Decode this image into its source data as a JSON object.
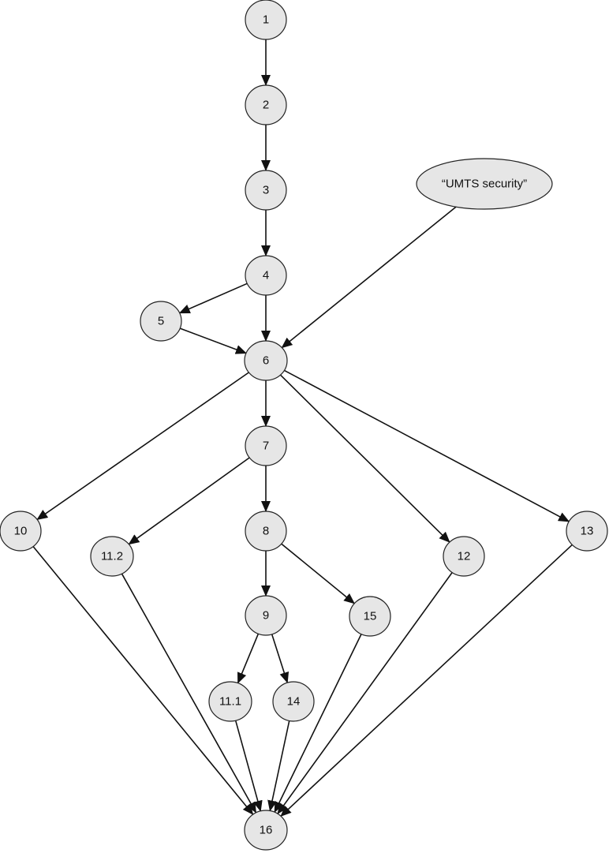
{
  "diagram": {
    "nodes": [
      {
        "id": "n1",
        "label": "1"
      },
      {
        "id": "n2",
        "label": "2"
      },
      {
        "id": "n3",
        "label": "3"
      },
      {
        "id": "n4",
        "label": "4"
      },
      {
        "id": "n5",
        "label": "5"
      },
      {
        "id": "n6",
        "label": "6"
      },
      {
        "id": "n7",
        "label": "7"
      },
      {
        "id": "n8",
        "label": "8"
      },
      {
        "id": "n9",
        "label": "9"
      },
      {
        "id": "n10",
        "label": "10"
      },
      {
        "id": "n11_1",
        "label": "11.1"
      },
      {
        "id": "n11_2",
        "label": "11.2"
      },
      {
        "id": "n12",
        "label": "12"
      },
      {
        "id": "n13",
        "label": "13"
      },
      {
        "id": "n14",
        "label": "14"
      },
      {
        "id": "n15",
        "label": "15"
      },
      {
        "id": "n16",
        "label": "16"
      },
      {
        "id": "umts",
        "label": "“UMTS security”"
      }
    ],
    "edges": [
      [
        "n1",
        "n2"
      ],
      [
        "n2",
        "n3"
      ],
      [
        "n3",
        "n4"
      ],
      [
        "n4",
        "n5"
      ],
      [
        "n4",
        "n6"
      ],
      [
        "n5",
        "n6"
      ],
      [
        "umts",
        "n6"
      ],
      [
        "n6",
        "n7"
      ],
      [
        "n6",
        "n10"
      ],
      [
        "n6",
        "n12"
      ],
      [
        "n6",
        "n13"
      ],
      [
        "n7",
        "n8"
      ],
      [
        "n7",
        "n11_2"
      ],
      [
        "n8",
        "n9"
      ],
      [
        "n8",
        "n15"
      ],
      [
        "n9",
        "n11_1"
      ],
      [
        "n9",
        "n14"
      ],
      [
        "n10",
        "n16"
      ],
      [
        "n11_2",
        "n16"
      ],
      [
        "n11_1",
        "n16"
      ],
      [
        "n14",
        "n16"
      ],
      [
        "n15",
        "n16"
      ],
      [
        "n12",
        "n16"
      ],
      [
        "n13",
        "n16"
      ]
    ],
    "colors": {
      "node_fill": "#e6e6e6",
      "node_stroke": "#222222",
      "edge": "#111111"
    }
  }
}
